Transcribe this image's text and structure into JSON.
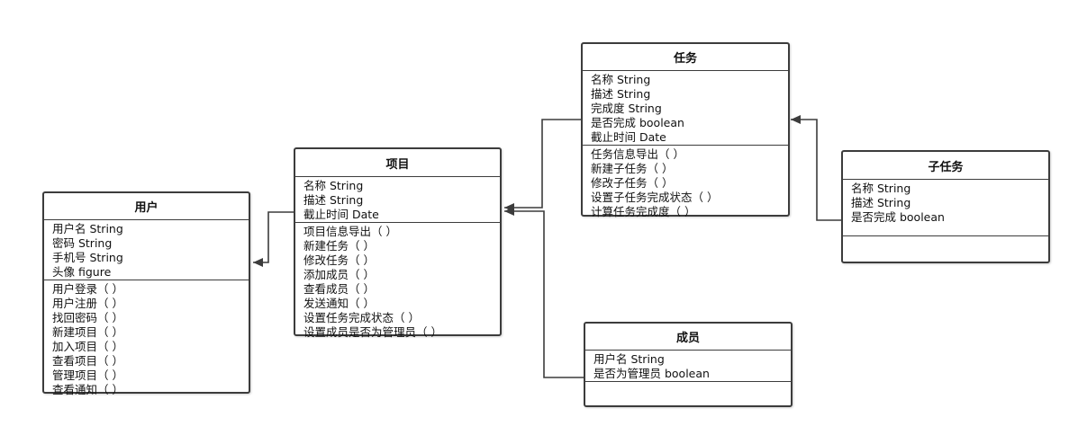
{
  "classes": {
    "user": {
      "name": "用户",
      "attributes": [
        "用户名 String",
        "密码 String",
        "手机号 String",
        "头像 figure"
      ],
      "methods": [
        "用户登录（ ）",
        "用户注册（ ）",
        "找回密码（ ）",
        "新建项目（ ）",
        "加入项目（ ）",
        "查看项目（ ）",
        "管理项目（ ）",
        "查看通知（ ）"
      ]
    },
    "project": {
      "name": "项目",
      "attributes": [
        "名称 String",
        "描述 String",
        "截止时间 Date"
      ],
      "methods": [
        "项目信息导出（ ）",
        "新建任务（ ）",
        "修改任务（ ）",
        "添加成员（ ）",
        "查看成员（ ）",
        "发送通知（ ）",
        "设置任务完成状态（ ）",
        "设置成员是否为管理员（ ）"
      ]
    },
    "task": {
      "name": "任务",
      "attributes": [
        "名称  String",
        "描述 String",
        "完成度 String",
        "是否完成 boolean",
        "截止时间 Date"
      ],
      "methods": [
        "任务信息导出（ ）",
        "新建子任务（ ）",
        "修改子任务（ ）",
        "设置子任务完成状态（ ）",
        "计算任务完成度（ ）"
      ]
    },
    "subtask": {
      "name": "子任务",
      "attributes": [
        "名称 String",
        "描述 String",
        "是否完成 boolean"
      ],
      "methods": []
    },
    "member": {
      "name": "成员",
      "attributes": [
        "用户名 String",
        "是否为管理员  boolean"
      ],
      "methods": []
    }
  },
  "colors": {
    "line": "#3c3c3c",
    "text": "#111111",
    "background": "#ffffff"
  }
}
